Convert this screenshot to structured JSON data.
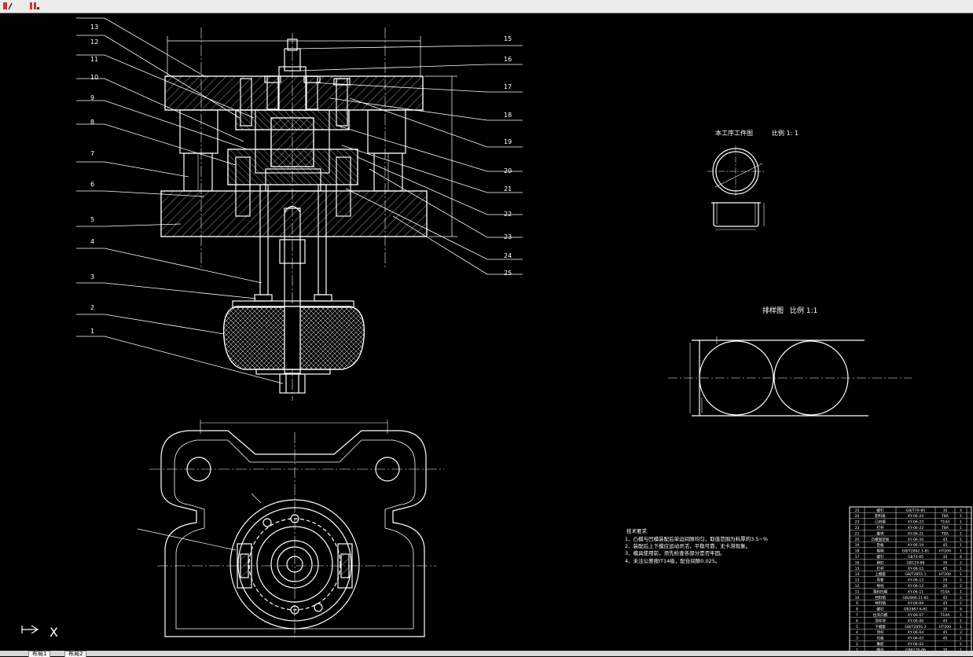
{
  "toolbar": {
    "buttons": [
      {
        "icon": "layout-tool-icon"
      },
      {
        "icon": "layout-tool-2-icon"
      }
    ]
  },
  "callouts_left": [
    "13",
    "12",
    "11",
    "10",
    "9",
    "8",
    "7",
    "6",
    "5",
    "4",
    "3",
    "2",
    "1"
  ],
  "callouts_right": [
    "15",
    "16",
    "17",
    "18",
    "19",
    "20",
    "21",
    "22",
    "23",
    "24",
    "25"
  ],
  "part_drawing": {
    "title": "本工序工件图",
    "scale": "比例 1: 1"
  },
  "layout_drawing": {
    "title": "排样图",
    "scale": "比例 1:1"
  },
  "tech_requirements": {
    "title": "技术要求",
    "items": [
      "1、凸模与凹模装配后单边间隙均匀，取值范围为料厚的3.5~%",
      "2、装配后上下模应运动灵活，平稳可靠，无卡滞现象。",
      "3、模具使用前，须先检查各部分是否牢固。",
      "4、未注公差按IT14级，配合间隙0.025。"
    ]
  },
  "bom_rows": [
    [
      "25",
      "螺钉",
      "GB/T70-85",
      "35",
      "4"
    ],
    [
      "24",
      "卸料板",
      "XY-06-24",
      "T8A",
      "1"
    ],
    [
      "23",
      "凸凹模",
      "XY-06-23",
      "T10A",
      "1"
    ],
    [
      "22",
      "打杆",
      "XY-06-22",
      "T8A",
      "1"
    ],
    [
      "21",
      "推块",
      "XY-06-21",
      "T8A",
      "1"
    ],
    [
      "20",
      "凸模固定板",
      "XY-06-20",
      "45",
      "1"
    ],
    [
      "19",
      "垫板",
      "XY-06-19",
      "45",
      "1"
    ],
    [
      "18",
      "模柄",
      "GB/T2862.1-81",
      "HT200",
      "1"
    ],
    [
      "17",
      "螺钉",
      "GB70-85",
      "35",
      "4"
    ],
    [
      "16",
      "销钉",
      "GB119-86",
      "35",
      "2"
    ],
    [
      "15",
      "打杆",
      "XY-06-15",
      "45",
      "1"
    ],
    [
      "14",
      "上模座",
      "GB/T2855.1",
      "HT200",
      "1"
    ],
    [
      "13",
      "导套",
      "XY-06-13",
      "20",
      "2"
    ],
    [
      "12",
      "导柱",
      "XY-06-12",
      "20",
      "2"
    ],
    [
      "11",
      "落料凹模",
      "XY-06-11",
      "T10A",
      "1"
    ],
    [
      "10",
      "挡料销",
      "GB2866.11-81",
      "45",
      "2"
    ],
    [
      "9",
      "导料销",
      "XY-06-09",
      "45",
      "2"
    ],
    [
      "8",
      "螺钉",
      "GB2867.6-81",
      "35",
      "4"
    ],
    [
      "7",
      "拉深凸模",
      "XY-06-07",
      "T10A",
      "1"
    ],
    [
      "6",
      "顶件块",
      "XY-06-06",
      "45",
      "1"
    ],
    [
      "5",
      "下模座",
      "GB/T2855.2",
      "HT200",
      "1"
    ],
    [
      "4",
      "顶杆",
      "XY-06-04",
      "45",
      "3"
    ],
    [
      "3",
      "托板",
      "XY-06-03",
      "45",
      "1"
    ],
    [
      "2",
      "橡胶",
      "XY-06-02",
      "-",
      "1"
    ],
    [
      "1",
      "螺母",
      "GB6170-86",
      "35",
      "1"
    ]
  ],
  "ucs": {
    "x_label": "X"
  },
  "tabs": [
    {
      "label": "布局1"
    },
    {
      "label": "布局2"
    }
  ]
}
